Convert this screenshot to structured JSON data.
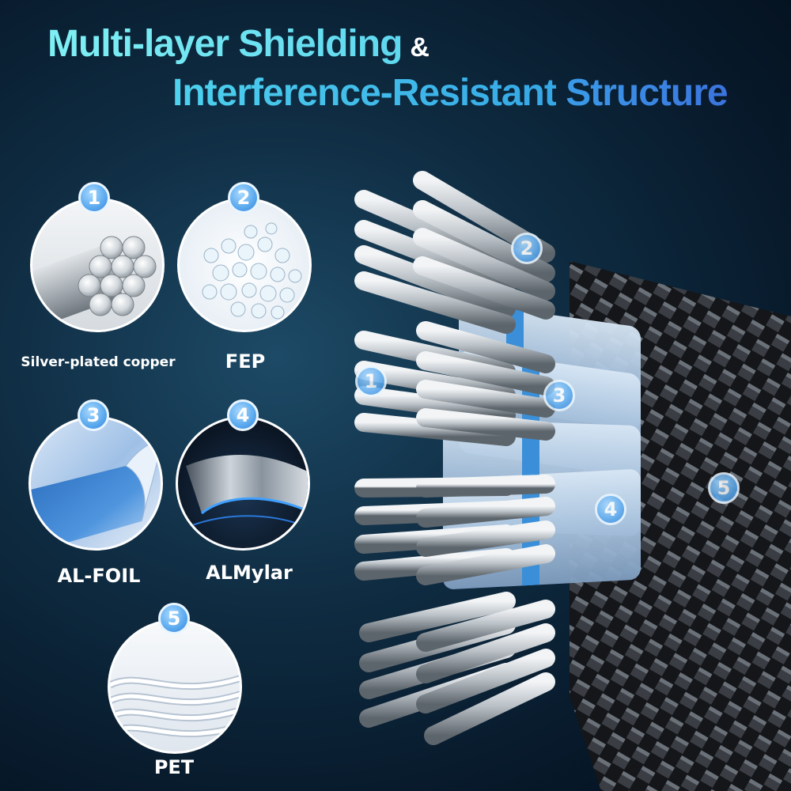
{
  "title": {
    "line1_main": "Multi-layer Shielding",
    "line1_amp": "&",
    "line2_main": "Interference-Resistant",
    "line2_end": "Structure"
  },
  "materials": [
    {
      "number": "1",
      "label": "Silver-plated copper"
    },
    {
      "number": "2",
      "label": "FEP"
    },
    {
      "number": "3",
      "label": "AL-FOIL"
    },
    {
      "number": "4",
      "label": "ALMylar"
    },
    {
      "number": "5",
      "label": "PET"
    }
  ],
  "cable_callouts": [
    "1",
    "2",
    "3",
    "4",
    "5"
  ],
  "colors": {
    "title_cyan": "#6fe6f2",
    "title_blue": "#3b73de",
    "badge_blue": "#5aa9ee",
    "jacket_light_blue": "#b6cde6",
    "foil_blue": "#3a8fd8"
  }
}
